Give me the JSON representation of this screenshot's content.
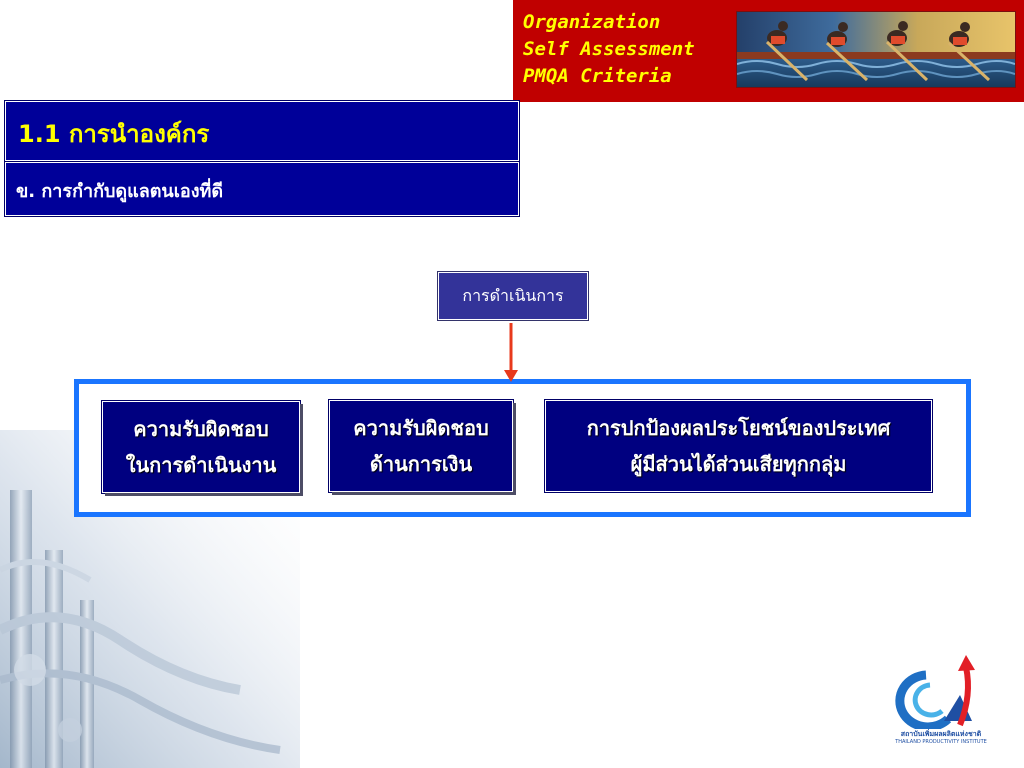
{
  "header": {
    "lines": [
      "Organization",
      "Self Assessment",
      "PMQA Criteria"
    ]
  },
  "title": "1.1 การนำองค์กร",
  "subtitle": "ข. การกำกับดูแลตนเองที่ดี",
  "operations_label": "การดำเนินการ",
  "responsibility_boxes": [
    {
      "line1": "ความรับผิดชอบ",
      "line2": "ในการดำเนินงาน"
    },
    {
      "line1": "ความรับผิดชอบ",
      "line2": "ด้านการเงิน"
    },
    {
      "line1": "การปกป้องผลประโยชน์ของประเทศ",
      "line2": "ผู้มีส่วนได้ส่วนเสียทุกกลุ่ม"
    }
  ],
  "logo": {
    "thai_name": "สถาบันเพิ่มผลผลิตแห่งชาติ",
    "english_name": "THAILAND PRODUCTIVITY INSTITUTE"
  },
  "colors": {
    "header_red": "#c00000",
    "title_navy": "#000099",
    "title_text": "#ffff00",
    "frame_blue": "#1a75ff",
    "arrow_red": "#e8391c"
  }
}
